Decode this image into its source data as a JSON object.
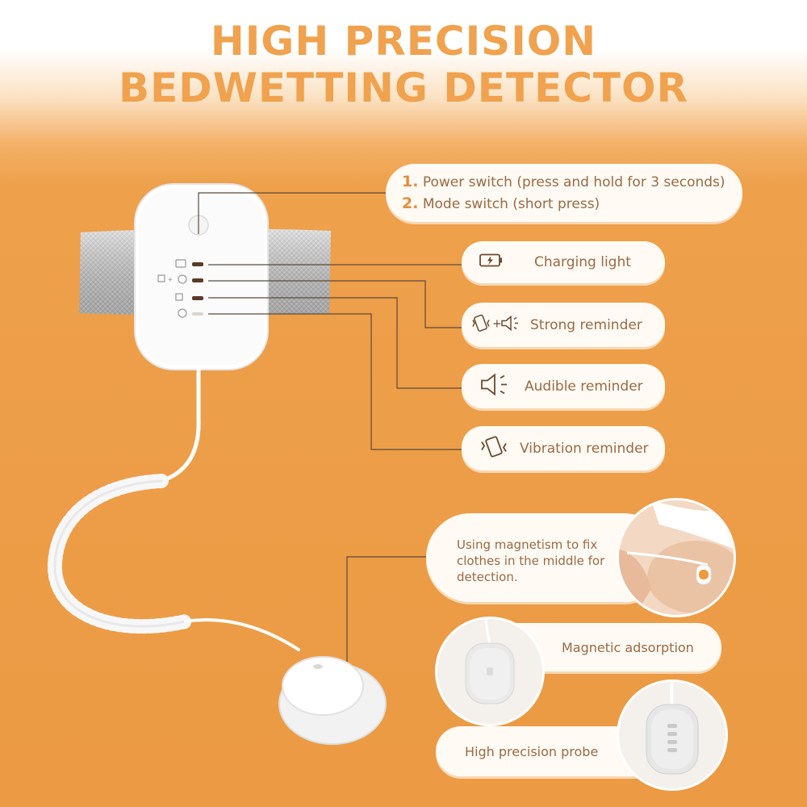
{
  "title": {
    "line1": "HIGH PRECISION",
    "line2": "BEDWETTING DETECTOR"
  },
  "switches": {
    "item1_num": "1.",
    "item1_text": " Power switch (press and hold for 3 seconds)",
    "item2_num": "2.",
    "item2_text": " Mode switch (short press)"
  },
  "indicators": {
    "charging": "Charging light",
    "strong": "Strong reminder",
    "audible": "Audible reminder",
    "vibration": "Vibration reminder"
  },
  "features": {
    "magnetism": "Using magnetism to fix clothes in the middle for detection.",
    "adsorption": "Magnetic adsorption",
    "probe": "High precision probe"
  },
  "colors": {
    "accent": "#f0a24e",
    "background": "#ec9a44",
    "pill": "#fffaf3",
    "text": "#9a6a45"
  },
  "icons": [
    "battery-charging-icon",
    "vibration-icon",
    "speaker-icon"
  ]
}
